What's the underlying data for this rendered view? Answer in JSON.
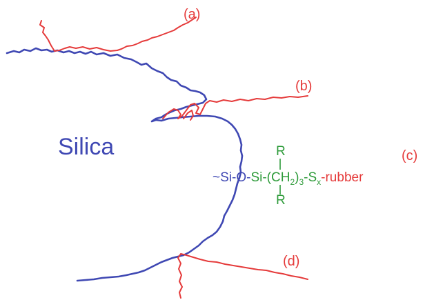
{
  "colors": {
    "silica": "#3f48b3",
    "rubber": "#e53a3a",
    "silane": "#2e9b3a"
  },
  "labels": {
    "a": "(a)",
    "b": "(b)",
    "c": "(c)",
    "d": "(d)"
  },
  "silica_label": "Silica",
  "formula": {
    "prefix": "~Si-O-",
    "si": "Si",
    "chain": "-(CH",
    "sub2": "2",
    "chain_close": ")",
    "sub3": "3",
    "s": "-S",
    "subx": "x",
    "rubber": "-rubber",
    "r_top": "R",
    "r_bottom": "R"
  }
}
